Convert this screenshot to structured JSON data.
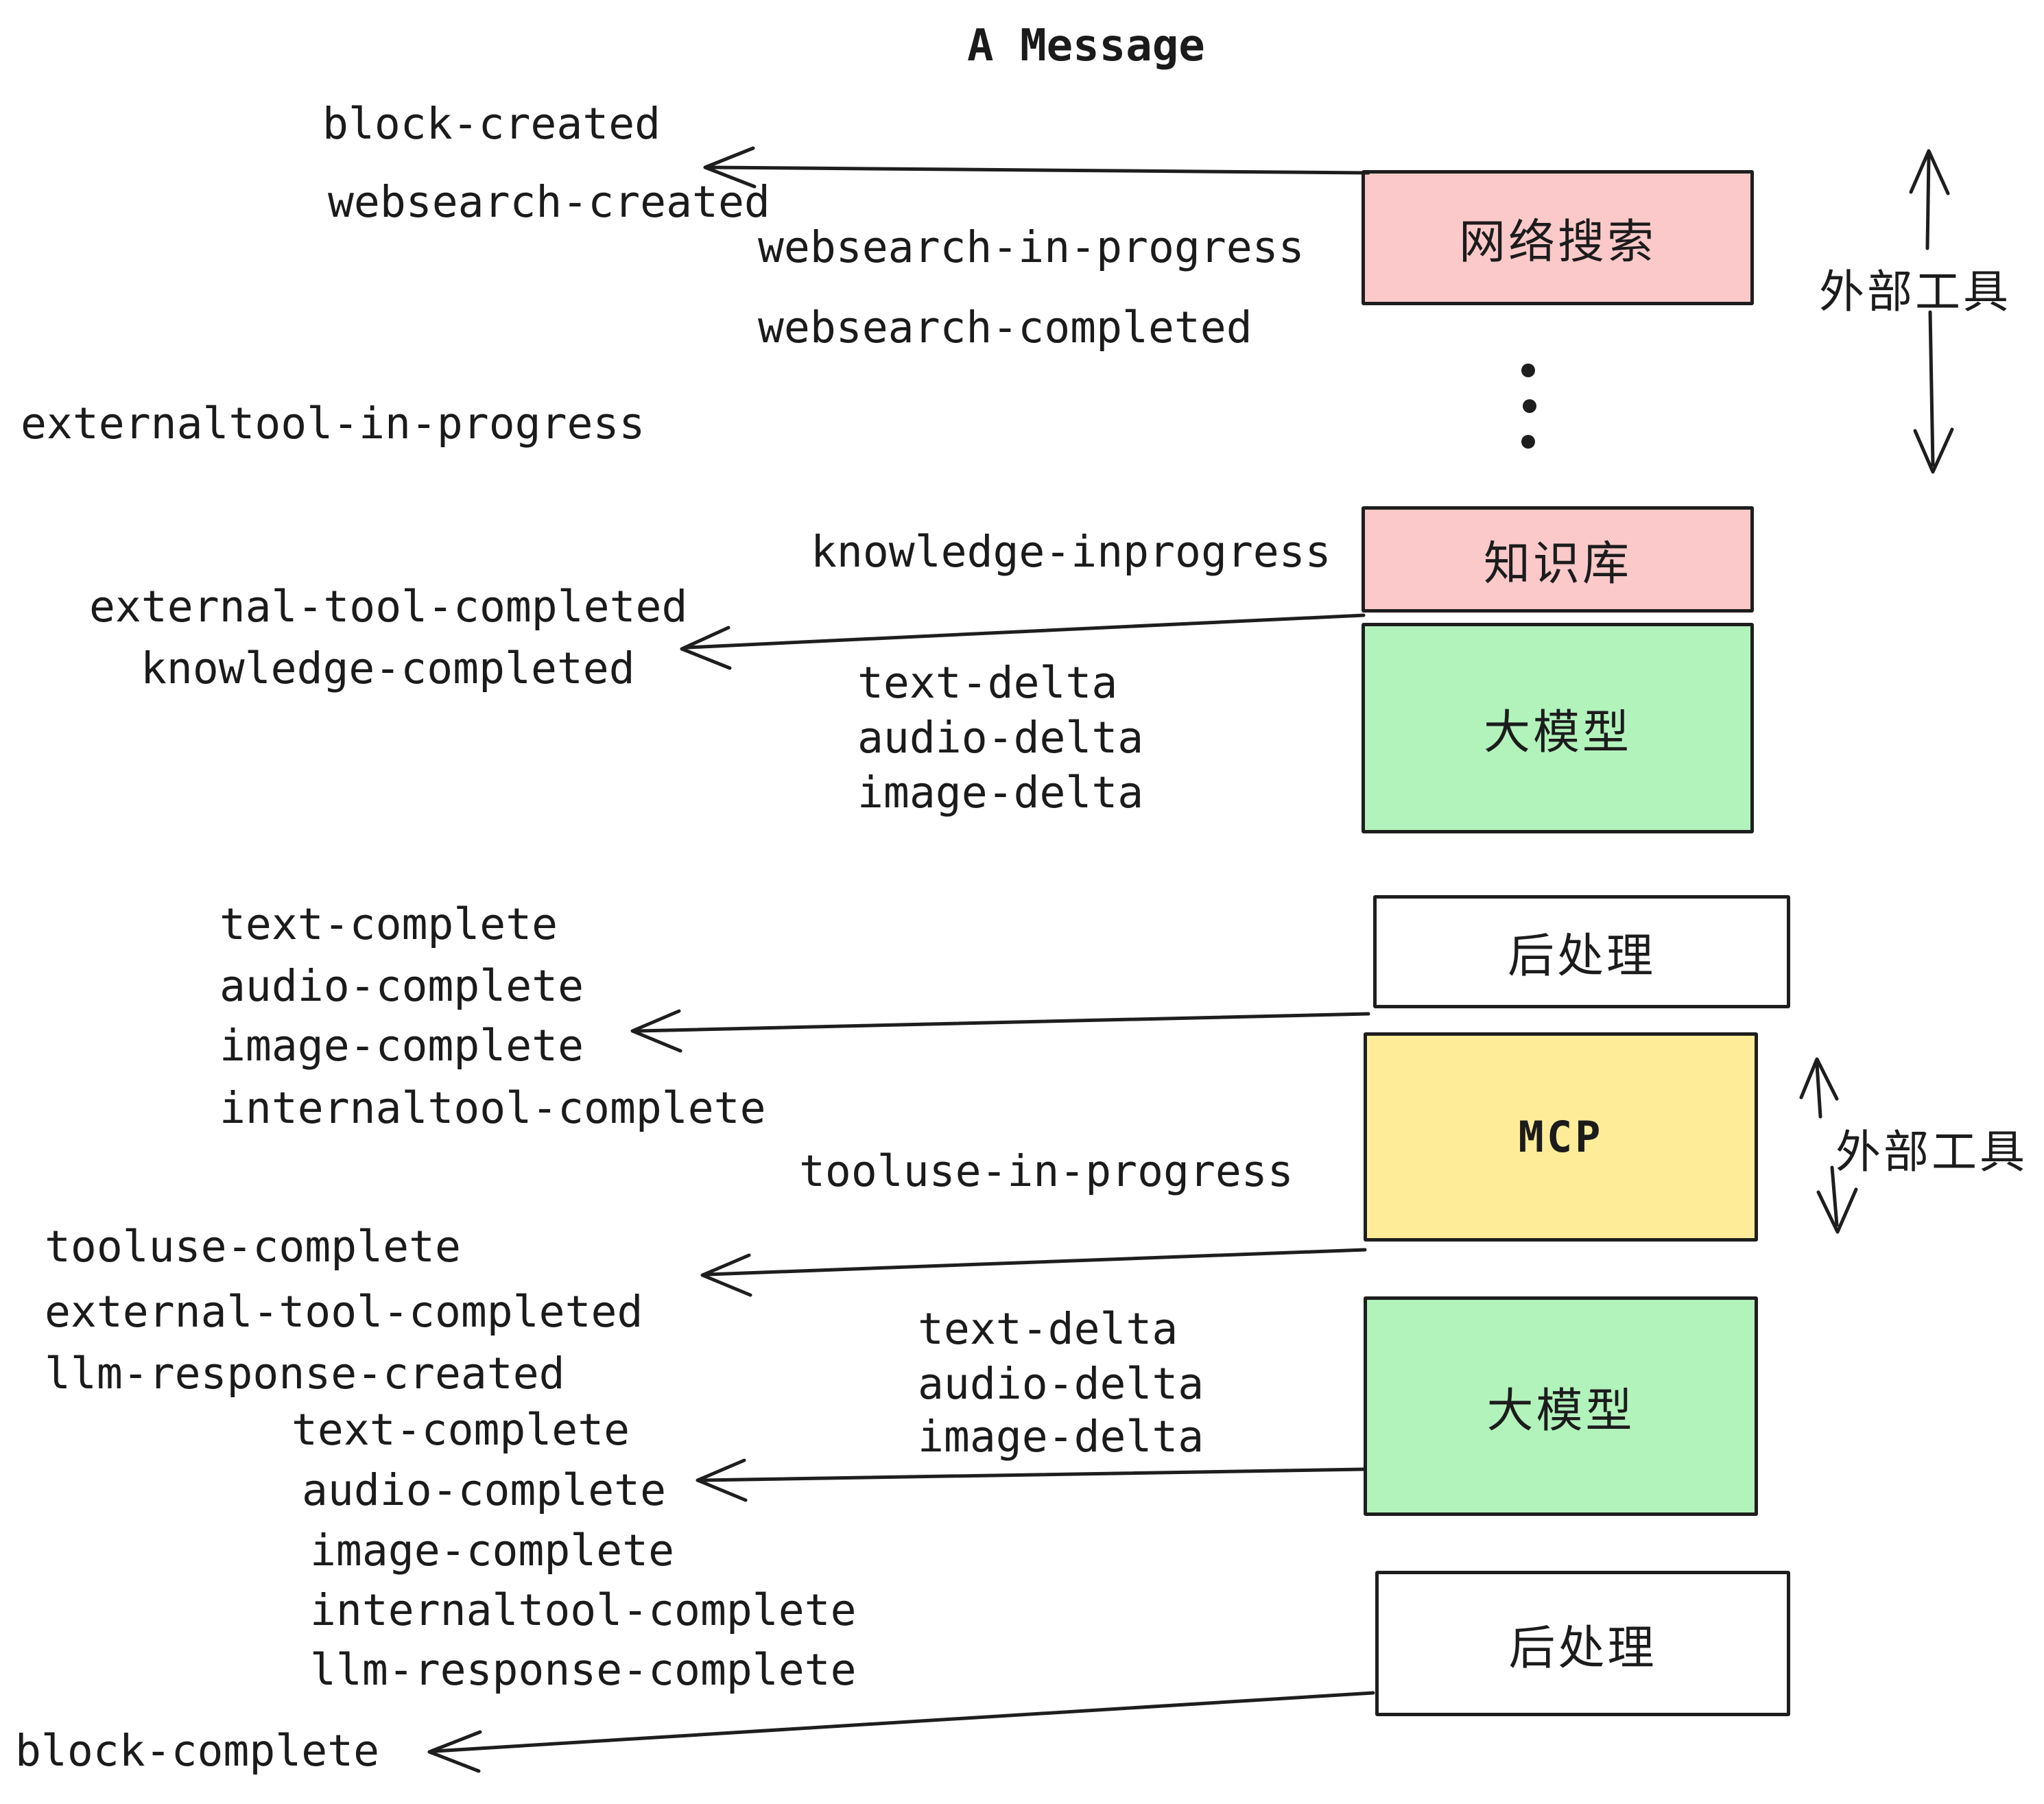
{
  "title": "A Message",
  "colors": {
    "box_pink": "#fbc9c9",
    "box_green": "#b2f2bb",
    "box_yellow": "#ffec99",
    "box_white": "#ffffff",
    "stroke": "#1e1e1e",
    "text": "#1b1b1b"
  },
  "boxes": [
    {
      "id": "websearch",
      "label": "网络搜索",
      "color": "#fbc9c9"
    },
    {
      "id": "knowledge",
      "label": "知识库",
      "color": "#fbc9c9"
    },
    {
      "id": "llm_top",
      "label": "大模型",
      "color": "#b2f2bb"
    },
    {
      "id": "postprocess_top",
      "label": "后处理",
      "color": "#ffffff"
    },
    {
      "id": "mcp",
      "label": "MCP",
      "color": "#ffec99"
    },
    {
      "id": "llm_bottom",
      "label": "大模型",
      "color": "#b2f2bb"
    },
    {
      "id": "postprocess_bottom",
      "label": "后处理",
      "color": "#ffffff"
    }
  ],
  "side_labels": {
    "external_tools_top": "外部工具",
    "external_tools_bottom": "外部工具"
  },
  "events": {
    "block_created": "block-created",
    "websearch_created": "websearch-created",
    "websearch_in_progress": "websearch-in-progress",
    "websearch_completed": "websearch-completed",
    "externaltool_in_progress": "externaltool-in-progress",
    "knowledge_inprogress": "knowledge-inprogress",
    "external_tool_completed_1": "external-tool-completed",
    "knowledge_completed": "knowledge-completed",
    "text_delta_1": "text-delta",
    "audio_delta_1": "audio-delta",
    "image_delta_1": "image-delta",
    "text_complete_1": "text-complete",
    "audio_complete_1": "audio-complete",
    "image_complete_1": "image-complete",
    "internaltool_complete_1": "internaltool-complete",
    "tooluse_in_progress": "tooluse-in-progress",
    "tooluse_complete": "tooluse-complete",
    "external_tool_completed_2": "external-tool-completed",
    "llm_response_created": "llm-response-created",
    "text_complete_2": "text-complete",
    "audio_complete_2": "audio-complete",
    "image_complete_2": "image-complete",
    "internaltool_complete_2": "internaltool-complete",
    "llm_response_complete": "llm-response-complete",
    "block_complete": "block-complete"
  }
}
